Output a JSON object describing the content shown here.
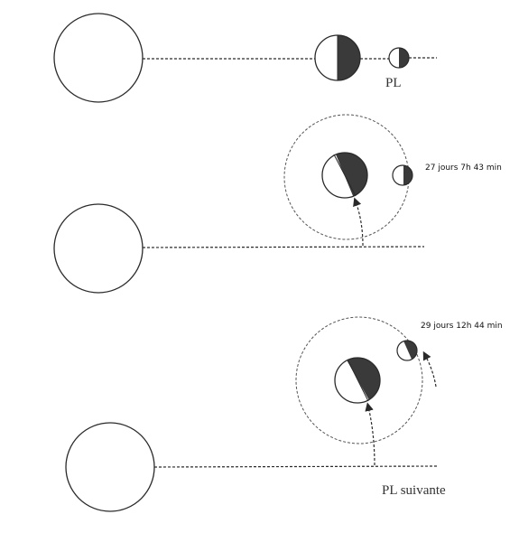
{
  "labels": {
    "pl": "PL",
    "sidereal_period": "27 jours 7h 43 min",
    "synodic_period": "29 jours 12h 44 min",
    "next_pl": "PL suivante"
  },
  "colors": {
    "stroke": "#2a2a2a",
    "shade": "#3a3a3a",
    "orbit": "#555555"
  }
}
